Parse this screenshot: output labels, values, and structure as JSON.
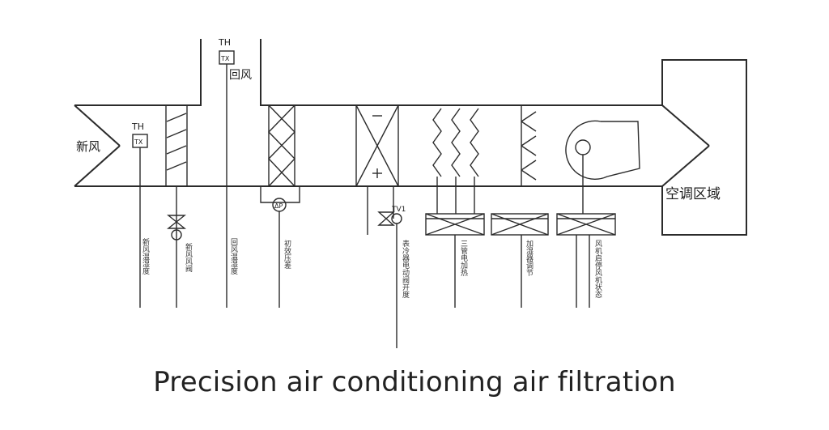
{
  "diagram": {
    "fresh_air_label": "新风",
    "return_air_label": "回风",
    "ac_zone_label": "空调区域",
    "sensor_th_label": "TH",
    "sensor_tx_label": "TX",
    "valve_label": "TV1",
    "signal_labels": [
      "新风温湿度",
      "新风风阀",
      "回风温湿度",
      "初效压差",
      "表冷器电动阀开度",
      "三管电加热",
      "加湿器调节",
      "风机启停风机状态"
    ]
  },
  "caption": "Precision air conditioning air filtration"
}
